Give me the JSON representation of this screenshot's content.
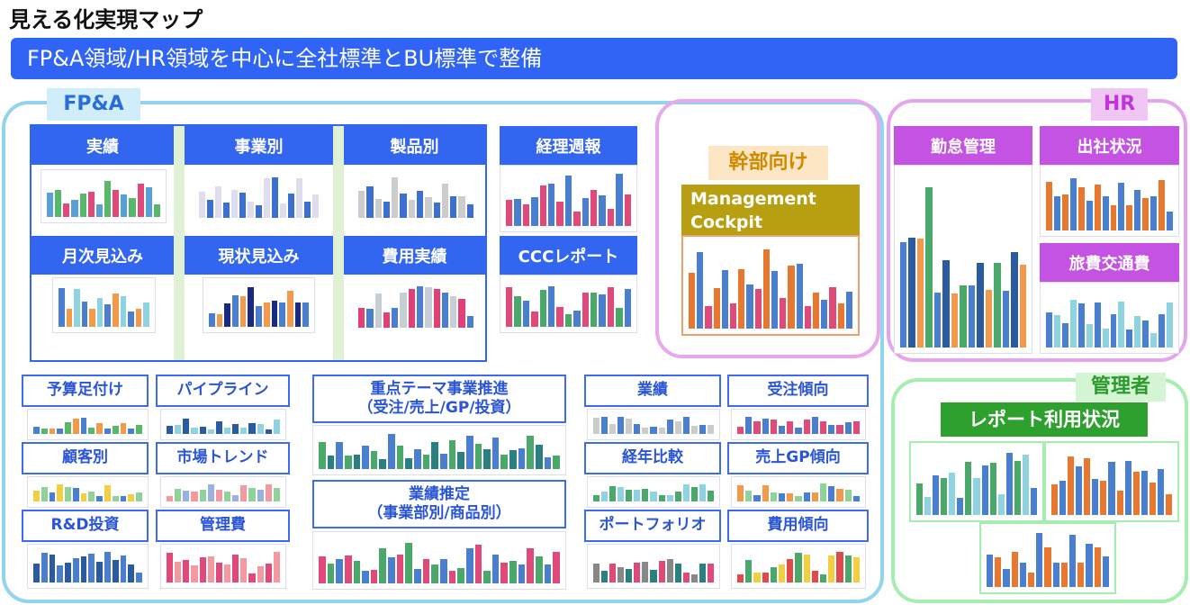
{
  "title": "見える化実現マップ",
  "banner": "FP&A領域/HR領域を中心に全社標準とBU標準で整備",
  "fpa": {
    "label": "FP&A",
    "main": [
      "実績",
      "事業別",
      "製品別",
      "月次見込み",
      "現状見込み",
      "費用実績"
    ],
    "side": [
      "経理週報",
      "CCCレポート"
    ],
    "small_left": [
      "予算足付け",
      "パイプライン",
      "顧客別",
      "市場トレンド",
      "R&D投資",
      "管理費"
    ],
    "center": [
      "重点テーマ事業推進\n（受注/売上/GP/投資）",
      "業績推定\n（事業部別/商品別）"
    ],
    "small_right": [
      "業績",
      "受注傾向",
      "経年比較",
      "売上GP傾向",
      "ポートフォリオ",
      "費用傾向"
    ]
  },
  "exec": {
    "label": "幹部向け",
    "cockpit": "Management\nCockpit"
  },
  "hr": {
    "label": "HR",
    "items": [
      "勤怠管理",
      "出社状況",
      "旅費交通費"
    ]
  },
  "admin": {
    "label": "管理者",
    "report": "レポート利用状況"
  },
  "colors": {
    "accent": "#2f64f5",
    "hr": "#c452e2",
    "admin": "#2ea02e",
    "exec": "#b89f12"
  }
}
